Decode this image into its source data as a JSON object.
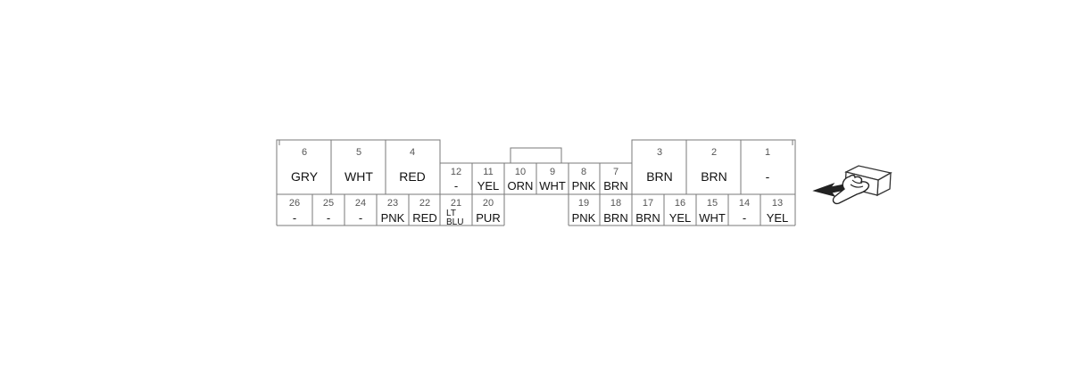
{
  "pins": [
    {
      "num": "6",
      "color": "GRY"
    },
    {
      "num": "5",
      "color": "WHT"
    },
    {
      "num": "4",
      "color": "RED"
    },
    {
      "num": "3",
      "color": "BRN"
    },
    {
      "num": "2",
      "color": "BRN"
    },
    {
      "num": "1",
      "color": "-"
    },
    {
      "num": "12",
      "color": "-"
    },
    {
      "num": "11",
      "color": "YEL"
    },
    {
      "num": "10",
      "color": "ORN"
    },
    {
      "num": "9",
      "color": "WHT"
    },
    {
      "num": "8",
      "color": "PNK"
    },
    {
      "num": "7",
      "color": "BRN"
    },
    {
      "num": "26",
      "color": "-"
    },
    {
      "num": "25",
      "color": "-"
    },
    {
      "num": "24",
      "color": "-"
    },
    {
      "num": "23",
      "color": "PNK"
    },
    {
      "num": "22",
      "color": "RED"
    },
    {
      "num": "21",
      "color_line1": "LT",
      "color_line2": "BLU"
    },
    {
      "num": "20",
      "color": "PUR"
    },
    {
      "num": "19",
      "color": "PNK"
    },
    {
      "num": "18",
      "color": "BRN"
    },
    {
      "num": "17",
      "color": "BRN"
    },
    {
      "num": "16",
      "color": "YEL"
    },
    {
      "num": "15",
      "color": "WHT"
    },
    {
      "num": "14",
      "color": "-"
    },
    {
      "num": "13",
      "color": "YEL"
    }
  ],
  "icons": {
    "view_direction": "hand-pointing-connector-icon"
  }
}
